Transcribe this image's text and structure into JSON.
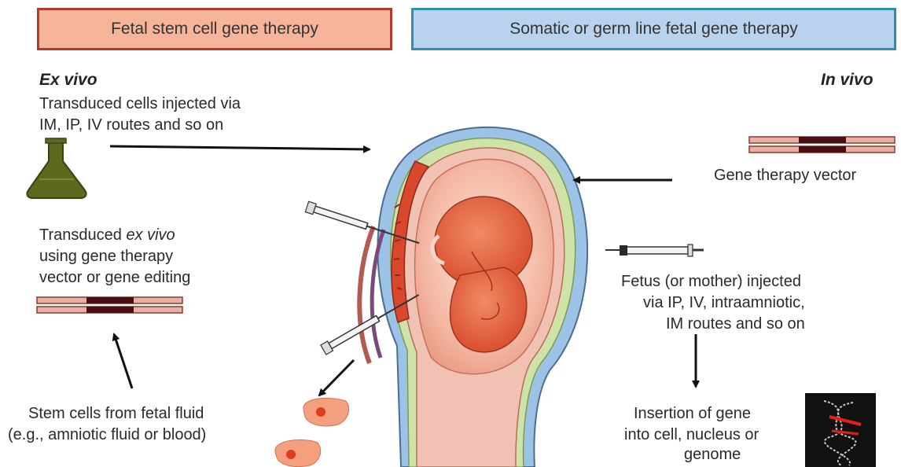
{
  "headers": {
    "left": "Fetal stem cell gene therapy",
    "right": "Somatic or germ line fetal gene therapy"
  },
  "left_panel": {
    "label": "Ex vivo",
    "injected_line1": "Transduced cells injected via",
    "injected_line2": "IM, IP, IV routes and so on",
    "transduced_line1_pre": "Transduced ",
    "transduced_line1_em": "ex vivo",
    "transduced_line2": "using gene therapy",
    "transduced_line3": "vector or gene editing",
    "stem_line1": "Stem cells from fetal fluid",
    "stem_line2": "(e.g., amniotic fluid or blood)"
  },
  "right_panel": {
    "label": "In vivo",
    "vector_label": "Gene therapy vector",
    "fetus_line1": "Fetus (or mother) injected",
    "fetus_line2": "via IP, IV, intraamniotic,",
    "fetus_line3": "IM routes and so on",
    "insertion_line1": "Insertion of gene",
    "insertion_line2": "into cell, nucleus or",
    "insertion_line3": "genome"
  },
  "colors": {
    "left_header_fill": "#f6b49a",
    "left_header_border": "#b23a2f",
    "right_header_fill": "#b9d3ef",
    "right_header_border": "#2f8fa6",
    "uterus_outer": "#9cc3e6",
    "uterus_green": "#cfe2a8",
    "fetus": "#e0603e",
    "flask": "#5c6a1f",
    "vector_strand": "#c96a5a",
    "vector_dark": "#4a0f12"
  },
  "icons": [
    "flask-icon",
    "dna-vector-icon",
    "syringe-icon",
    "stem-cell-icon",
    "dna-helix-icon",
    "arrow-icon"
  ]
}
